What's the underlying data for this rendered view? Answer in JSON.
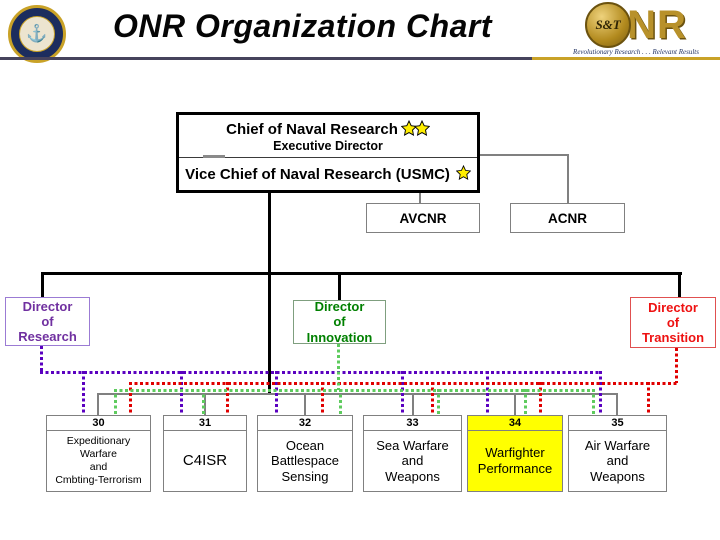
{
  "header": {
    "title": "ONR Organization Chart",
    "navy_seal_icon": "department-of-the-navy-seal",
    "onr_logo": {
      "seal_text": "S&T",
      "monogram": "NR",
      "tagline": "Revolutionary Research . . . Relevant Results"
    }
  },
  "top_box": {
    "line1": "Chief of Naval Research",
    "line1_stars": 2,
    "line2": "Executive Director",
    "line3": "Vice Chief of Naval Research (USMC)",
    "line3_stars": 1
  },
  "staff_boxes": [
    {
      "label": "AVCNR"
    },
    {
      "label": "ACNR"
    }
  ],
  "directors": [
    {
      "lines": [
        "Director",
        "of",
        "Research"
      ]
    },
    {
      "lines": [
        "Director",
        "of",
        "Innovation"
      ]
    },
    {
      "lines": [
        "Director",
        "of",
        "Transition"
      ]
    }
  ],
  "departments": [
    {
      "number": "30",
      "lines": [
        "Expeditionary",
        "Warfare",
        "and",
        "Cmbting-Terrorism"
      ],
      "highlight": false
    },
    {
      "number": "31",
      "lines": [
        "C4ISR"
      ],
      "highlight": false
    },
    {
      "number": "32",
      "lines": [
        "Ocean",
        "Battlespace",
        "Sensing"
      ],
      "highlight": false
    },
    {
      "number": "33",
      "lines": [
        "Sea Warfare",
        "and",
        "Weapons"
      ],
      "highlight": false
    },
    {
      "number": "34",
      "lines": [
        "Warfighter",
        "Performance"
      ],
      "highlight": true
    },
    {
      "number": "35",
      "lines": [
        "Air Warfare",
        "and",
        "Weapons"
      ],
      "highlight": false
    }
  ],
  "colors": {
    "accent_gold": "#c9a227",
    "navy": "#1c2d5e",
    "purple": "#5a00c0",
    "purple_text": "#7030a0",
    "purple_border": "#9b7bd4",
    "green": "#5ecb5e",
    "green_text": "#008000",
    "green_border": "#7f9f7f",
    "red": "#e00000",
    "red_text": "#ee1111",
    "red_border": "#e05050",
    "gray_line": "#808080",
    "highlight_yellow": "#ffff00",
    "star_yellow": "#ffee00"
  }
}
